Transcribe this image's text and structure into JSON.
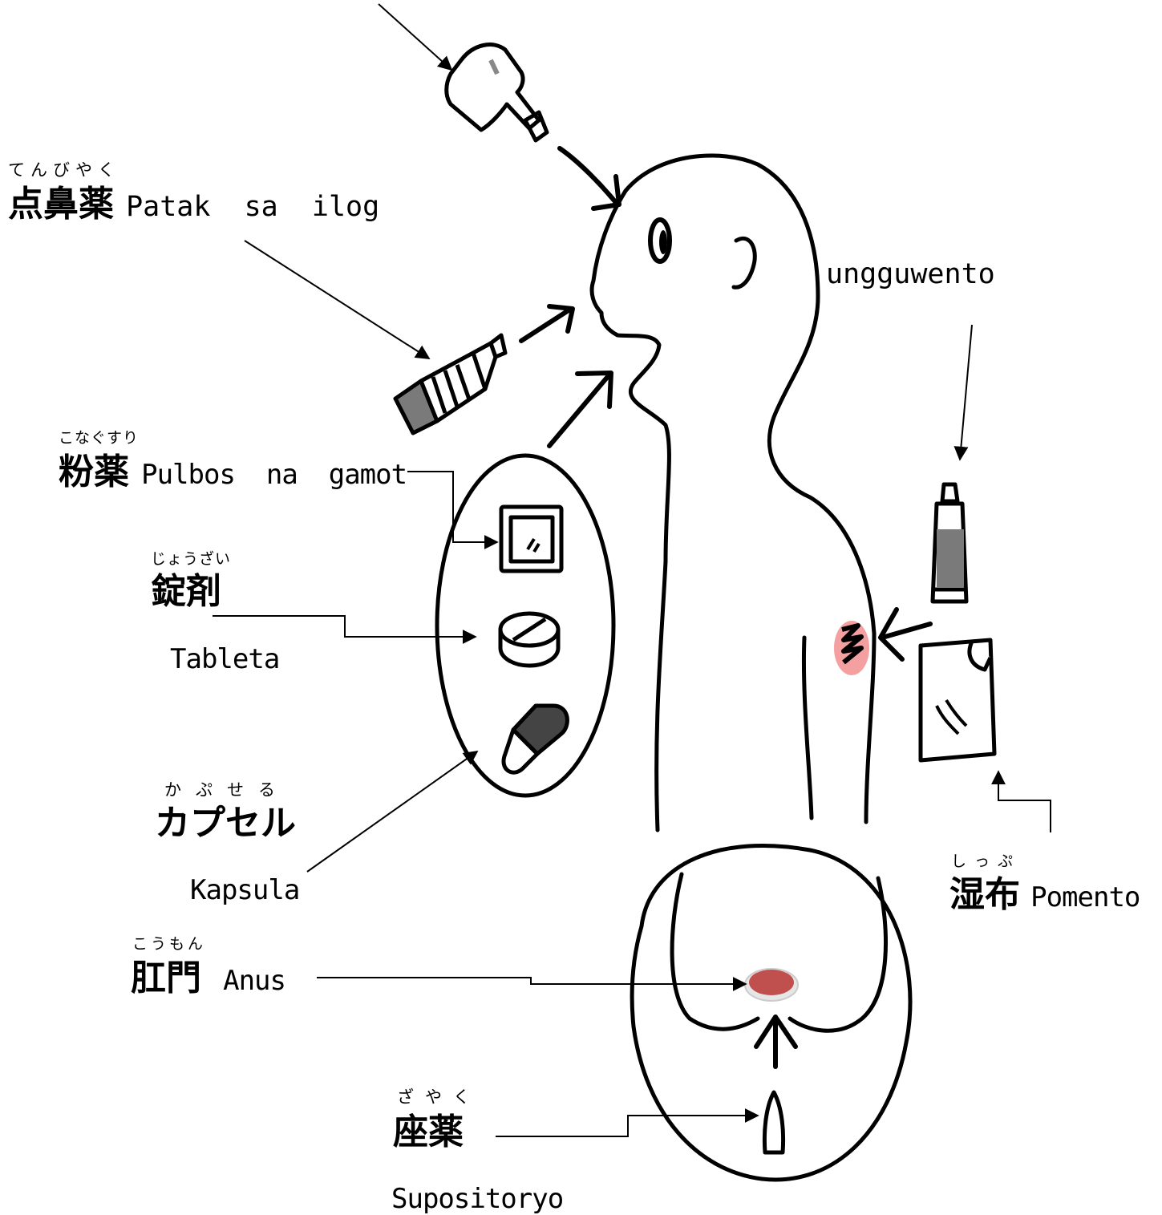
{
  "colors": {
    "stroke": "#000000",
    "accent_red": "#c0504d",
    "rash_pink": "#f08080",
    "gray_fill": "#7a7a7a",
    "capsule_dark": "#444444"
  },
  "labels": {
    "nasal": {
      "ruby": "てんびやく",
      "kanji": "点鼻薬",
      "latin": "Patak  sa  ilog"
    },
    "ointment": {
      "latin": "ungguwento"
    },
    "powder": {
      "ruby": "こなぐすり",
      "kanji": "粉薬",
      "latin": "Pulbos  na  gamot"
    },
    "tablet": {
      "ruby": "じょうざい",
      "kanji": "錠剤",
      "latin": "Tableta"
    },
    "capsule": {
      "ruby": "かぷせる",
      "kanji": "カプセル",
      "latin": "Kapsula"
    },
    "anus": {
      "ruby": "こうもん",
      "kanji": "肛門",
      "latin": "Anus"
    },
    "suppository": {
      "ruby": "ざやく",
      "kanji": "座薬",
      "latin": "Supositoryo"
    },
    "poultice": {
      "ruby": "しっぷ",
      "kanji": "湿布",
      "latin": "Pomento"
    }
  },
  "icons": {
    "eye_drop_bottle": "eye-drop-bottle-icon",
    "nasal_spray": "nasal-spray-icon",
    "powder_packet": "powder-packet-icon",
    "tablet": "tablet-icon",
    "capsule": "capsule-icon",
    "ointment_tube": "ointment-tube-icon",
    "poultice_patch": "poultice-patch-icon",
    "suppository": "suppository-icon"
  }
}
